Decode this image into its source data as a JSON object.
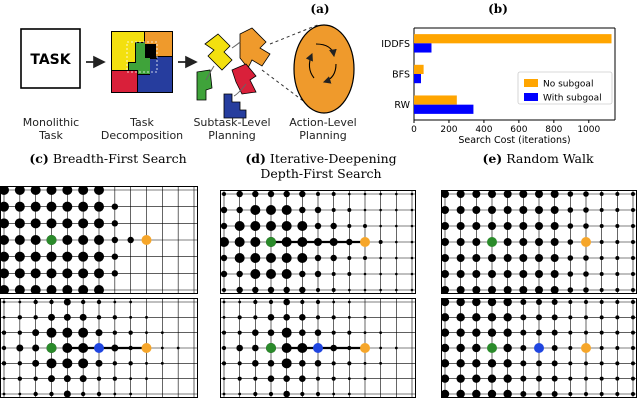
{
  "panel_a": {
    "label": "(a)",
    "task_box_text": "TASK",
    "captions": [
      {
        "line1": "Monolithic",
        "line2": "Task"
      },
      {
        "line1": "Task",
        "line2": "Decomposition"
      },
      {
        "line1": "Subtask-Level",
        "line2": "Planning"
      },
      {
        "line1": "Action-Level",
        "line2": "Planning"
      }
    ],
    "colors": {
      "yellow": "#f3e00f",
      "red": "#d9203a",
      "green": "#3fa33a",
      "blue": "#263d9e",
      "orange": "#ef9a2c"
    }
  },
  "panel_b": {
    "label": "(b)"
  },
  "chart_data": {
    "type": "bar",
    "orientation": "horizontal",
    "categories": [
      "IDDFS",
      "BFS",
      "RW"
    ],
    "series": [
      {
        "name": "No subgoal",
        "color": "#FFA500",
        "values": [
          1130,
          55,
          245
        ]
      },
      {
        "name": "With subgoal",
        "color": "#0000FF",
        "values": [
          100,
          40,
          340
        ]
      }
    ],
    "xlabel": "Search Cost (iterations)",
    "ylabel": "",
    "xlim": [
      0,
      1150
    ],
    "xticks": [
      0,
      200,
      400,
      600,
      800,
      1000
    ],
    "legend_position": "lower-right"
  },
  "grids": {
    "c": {
      "label": "(c)",
      "title_lines": [
        "Breadth-First Search"
      ]
    },
    "d": {
      "label": "(d)",
      "title_lines": [
        "Iterative-Deepening",
        "Depth-First Search"
      ]
    },
    "e": {
      "label": "(e)",
      "title_lines": [
        "Random Walk"
      ]
    }
  },
  "marker_colors": {
    "start": "#2a8a2a",
    "goal": "#f6a62a",
    "subgoal": "#1f45e0"
  }
}
